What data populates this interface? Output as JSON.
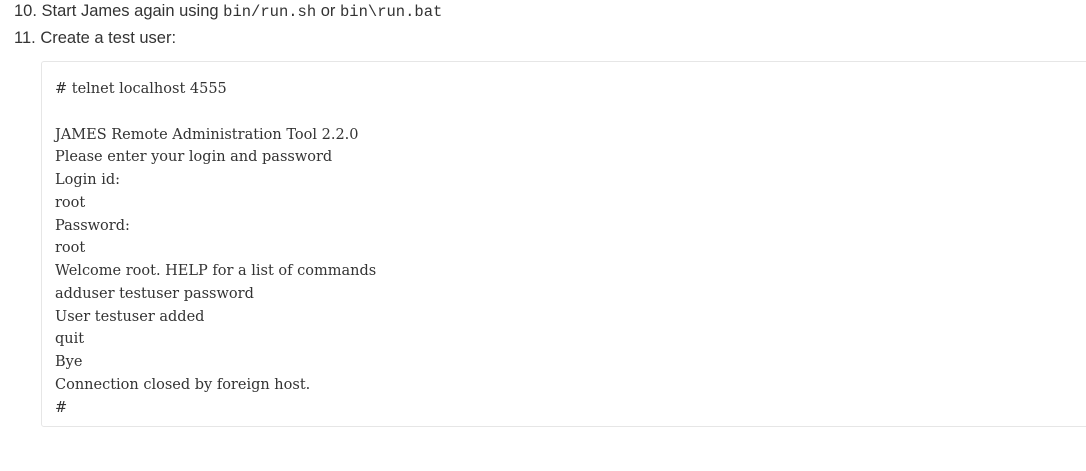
{
  "steps": [
    {
      "number": "10.",
      "parts": [
        {
          "text": "Start James again using ",
          "code": false
        },
        {
          "text": "bin/run.sh",
          "code": true
        },
        {
          "text": " or ",
          "code": false
        },
        {
          "text": "bin\\run.bat",
          "code": true
        }
      ]
    },
    {
      "number": "11.",
      "parts": [
        {
          "text": "Create a test user:",
          "code": false
        }
      ]
    }
  ],
  "code_block": {
    "lines": [
      "# telnet localhost 4555",
      "",
      "JAMES Remote Administration Tool 2.2.0",
      "Please enter your login and password",
      "Login id:",
      "root",
      "Password:",
      "root",
      "Welcome root. HELP for a list of commands",
      "adduser testuser password",
      "User testuser added",
      "quit",
      "Bye",
      "Connection closed by foreign host.",
      "#"
    ]
  }
}
